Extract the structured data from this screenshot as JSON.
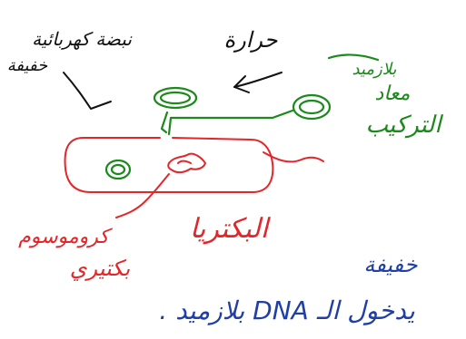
{
  "labels": {
    "shock_top": "نبضة كهربائية",
    "shock_bottom": "خفيفة",
    "heat": "حرارة",
    "plasmid_line1": "بلازميد",
    "plasmid_line2": "معاد",
    "plasmid_line3": "التركيب",
    "bacteria": "البكتريا",
    "chromosome_line1": "كروموسوم",
    "chromosome_line2": "بكتيري",
    "mild": "خفيفة",
    "entry_caption": "يدخول الـ DNA بلازميد ."
  },
  "colors": {
    "black_ink": "#111111",
    "red_ink": "#e3262a",
    "green_ink": "#1a8a1a",
    "blue_ink": "#1f3fa6"
  }
}
